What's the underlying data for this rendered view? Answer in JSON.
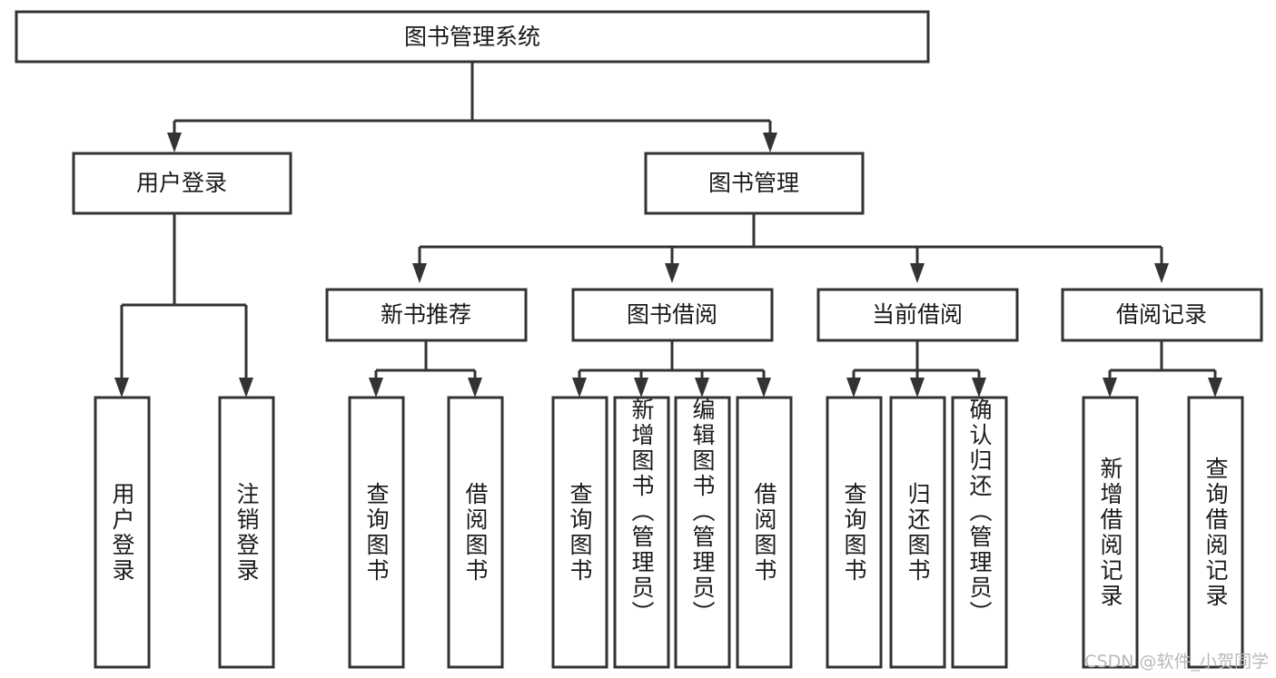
{
  "diagram": {
    "type": "tree-hierarchy",
    "title": "图书管理系统",
    "orientation": "top-down",
    "colors": {
      "stroke": "#333333",
      "fill": "#ffffff",
      "text": "#1a1a1a",
      "watermark": "#b9b9b9"
    },
    "levels": {
      "root": {
        "label": "图书管理系统"
      },
      "level2": [
        {
          "label": "用户登录"
        },
        {
          "label": "图书管理"
        }
      ],
      "level3": [
        {
          "label": "新书推荐"
        },
        {
          "label": "图书借阅"
        },
        {
          "label": "当前借阅"
        },
        {
          "label": "借阅记录"
        }
      ],
      "leaves": {
        "user_login": [
          {
            "label": "用户登录"
          },
          {
            "label": "注销登录"
          }
        ],
        "new_book_recommend": [
          {
            "label": "查询图书"
          },
          {
            "label": "借阅图书"
          }
        ],
        "book_borrow": [
          {
            "label": "查询图书"
          },
          {
            "label": "新增图书（管理员）"
          },
          {
            "label": "编辑图书（管理员）"
          },
          {
            "label": "借阅图书"
          }
        ],
        "current_borrow": [
          {
            "label": "查询图书"
          },
          {
            "label": "归还图书"
          },
          {
            "label": "确认归还（管理员）"
          }
        ],
        "borrow_record": [
          {
            "label": "新增借阅记录"
          },
          {
            "label": "查询借阅记录"
          }
        ]
      }
    }
  },
  "watermark": {
    "text": "CSDN @软件_小贺同学"
  }
}
